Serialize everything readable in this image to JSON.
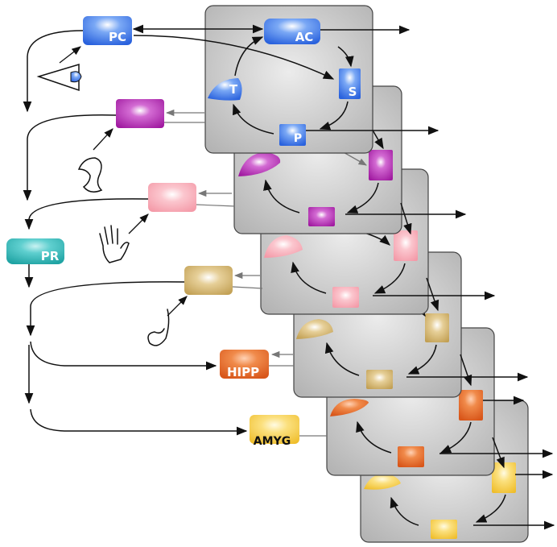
{
  "labels": {
    "pc": "PC",
    "ac": "AC",
    "s": "S",
    "t": "T",
    "p": "P",
    "pr": "PR",
    "hipp": "HIPP",
    "amyg": "AMYG"
  },
  "colors": {
    "panel": "#c4c4c4",
    "visual": "#2f6fe8",
    "auditory": "#b01fb0",
    "touch": "#f7a8b4",
    "taste": "#caa85c",
    "hippocampus": "#e0621e",
    "amygdala": "#f2c436",
    "pr_box": "#2fb3b3"
  },
  "icons": [
    "eye-icon",
    "ear-icon",
    "hand-icon",
    "tongue-icon"
  ]
}
